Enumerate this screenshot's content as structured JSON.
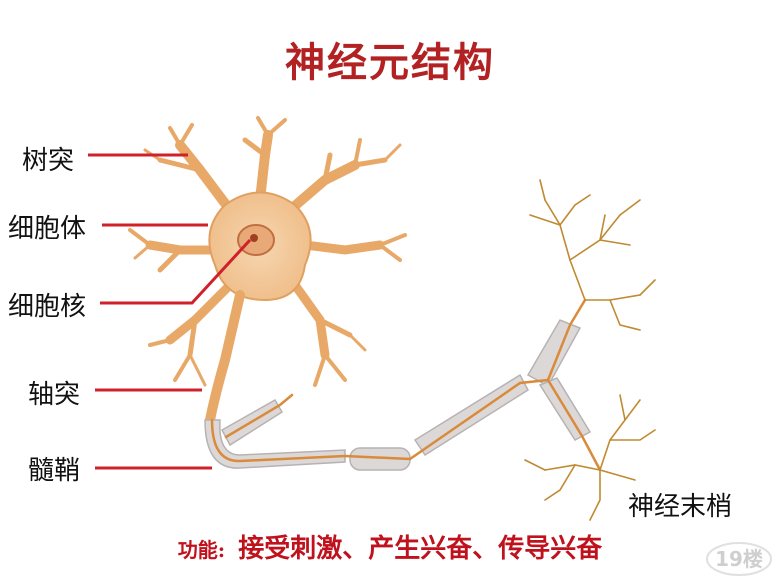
{
  "title": "神经元结构",
  "labels": {
    "dendrite": "树突",
    "cell_body": "细胞体",
    "nucleus": "细胞核",
    "axon": "轴突",
    "myelin_sheath": "髓鞘",
    "nerve_ending": "神经末梢"
  },
  "function": {
    "prefix": "功能:",
    "text": "接受刺激、产生兴奋、传导兴奋"
  },
  "watermark": "19楼",
  "colors": {
    "title": "#b22222",
    "leader_line": "#d0202a",
    "neuron_fill": "#f2c79a",
    "neuron_edge": "#d98a3a",
    "axon_core": "#d98a3a",
    "myelin": "#d8d4d4",
    "nerve_branch": "#b8862e",
    "function_text": "#c0121c"
  }
}
